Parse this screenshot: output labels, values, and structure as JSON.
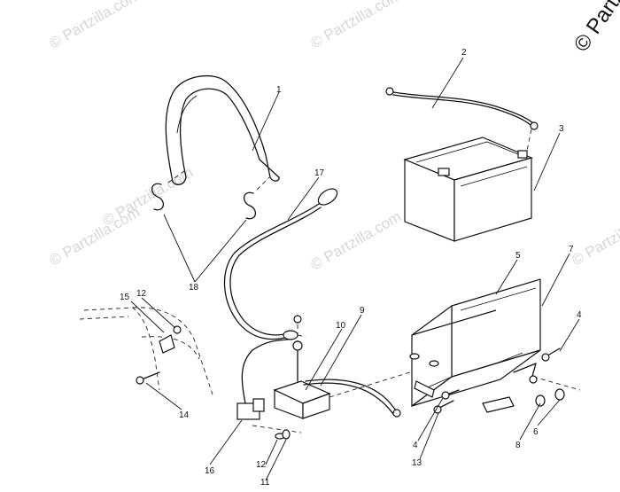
{
  "watermark": {
    "text": "© Partzilla.com",
    "corner_text": "© Partzill"
  },
  "callouts": {
    "c1": "1",
    "c2": "2",
    "c3": "3",
    "c4a": "4",
    "c4b": "4",
    "c5": "5",
    "c6": "6",
    "c7": "7",
    "c8": "8",
    "c9": "9",
    "c10": "10",
    "c11": "11",
    "c12a": "12",
    "c12b": "12",
    "c13": "13",
    "c14": "14",
    "c15": "15",
    "c16": "16",
    "c17": "17",
    "c18": "18"
  }
}
